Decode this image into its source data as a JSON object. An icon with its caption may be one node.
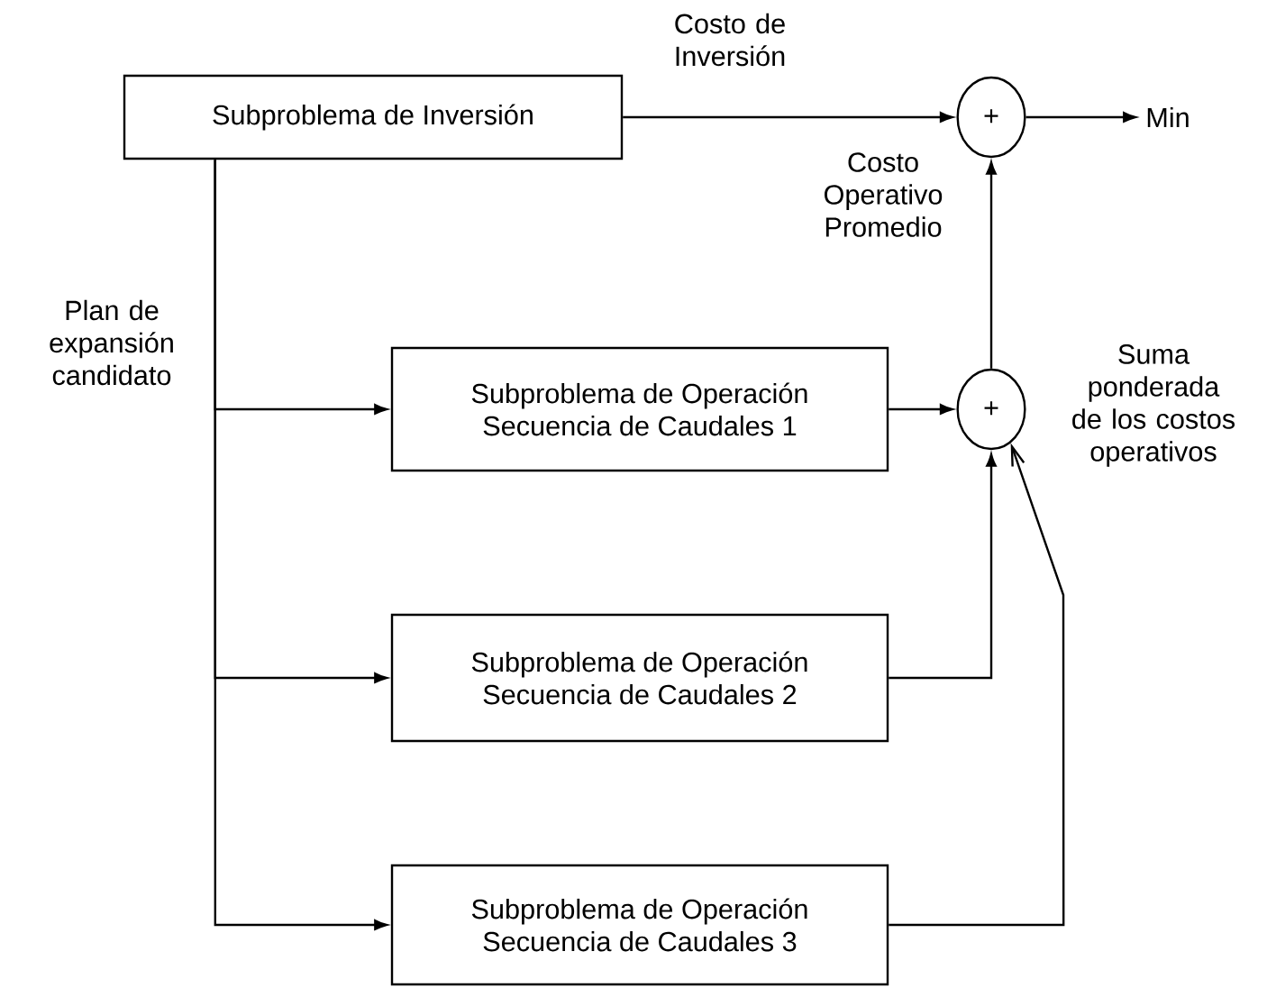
{
  "diagram": {
    "nodes": [
      {
        "text": [
          "Subproblema de Inversión"
        ]
      },
      {
        "text": [
          "Subproblema de Operación",
          "Secuencia de Caudales 1"
        ]
      },
      {
        "text": [
          "Subproblema de Operación",
          "Secuencia de Caudales 2"
        ]
      },
      {
        "text": [
          "Subproblema de Operación",
          "Secuencia de Caudales 3"
        ]
      },
      {
        "text": [
          "+"
        ]
      },
      {
        "text": [
          "+"
        ],
        "beside": [
          "Suma ponderada de los costos operativos"
        ]
      },
      {
        "text": [
          "Min"
        ]
      }
    ],
    "edges": [
      {
        "from": 0,
        "to": 4,
        "arrow": "to",
        "label": "Costo de Inversión"
      },
      {
        "from": 4,
        "to": 6,
        "arrow": "to"
      },
      {
        "from": 5,
        "to": 4,
        "arrow": "to",
        "label": "Costo Operativo Promedio"
      },
      {
        "from": 0,
        "to": 1,
        "arrow": "to",
        "label": "Plan de expansión candidato"
      },
      {
        "from": 0,
        "to": 2,
        "arrow": "to"
      },
      {
        "from": 0,
        "to": 3,
        "arrow": "to"
      },
      {
        "from": 1,
        "to": 5,
        "arrow": "to"
      },
      {
        "from": 2,
        "to": 5,
        "arrow": "to"
      },
      {
        "from": 3,
        "to": 5,
        "arrow": "to"
      }
    ]
  }
}
